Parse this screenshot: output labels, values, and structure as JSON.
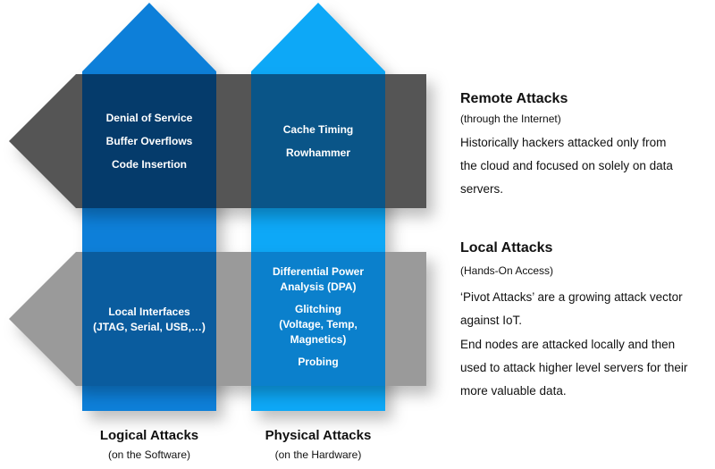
{
  "colors": {
    "logical_arrow": "#0a7fd9",
    "physical_arrow": "#0aa8f7",
    "remote_band": "#555555",
    "local_band": "#9a9a9a",
    "remote_logical": "#053b6b",
    "remote_physical": "#0a5588",
    "local_logical": "#0a5c9e",
    "local_physical": "#0b80cc"
  },
  "cells": {
    "remote_logical": [
      "Denial of Service",
      "Buffer Overflows",
      "Code Insertion"
    ],
    "remote_physical": [
      "Cache Timing",
      "Rowhammer"
    ],
    "local_logical": [
      "Local Interfaces",
      "(JTAG, Serial, USB,…)"
    ],
    "local_physical": {
      "dpa": [
        "Differential Power",
        "Analysis (DPA)"
      ],
      "glitching": [
        "Glitching",
        "(Voltage, Temp,",
        "Magnetics)"
      ],
      "probing": "Probing"
    }
  },
  "columns": {
    "logical": {
      "title": "Logical Attacks",
      "subtitle": "(on the Software)"
    },
    "physical": {
      "title": "Physical Attacks",
      "subtitle": "(on the Hardware)"
    }
  },
  "remote": {
    "title": "Remote Attacks",
    "subtitle": "(through the Internet)",
    "body": [
      "Historically hackers attacked only from",
      "the cloud and focused on solely on data",
      "servers."
    ]
  },
  "local": {
    "title": "Local Attacks",
    "subtitle": "(Hands-On Access)",
    "body1": [
      "‘Pivot Attacks’ are a growing attack vector",
      "against IoT."
    ],
    "body2": [
      "End nodes are attacked locally and then",
      "used to attack higher level servers for their",
      "more valuable data."
    ]
  }
}
